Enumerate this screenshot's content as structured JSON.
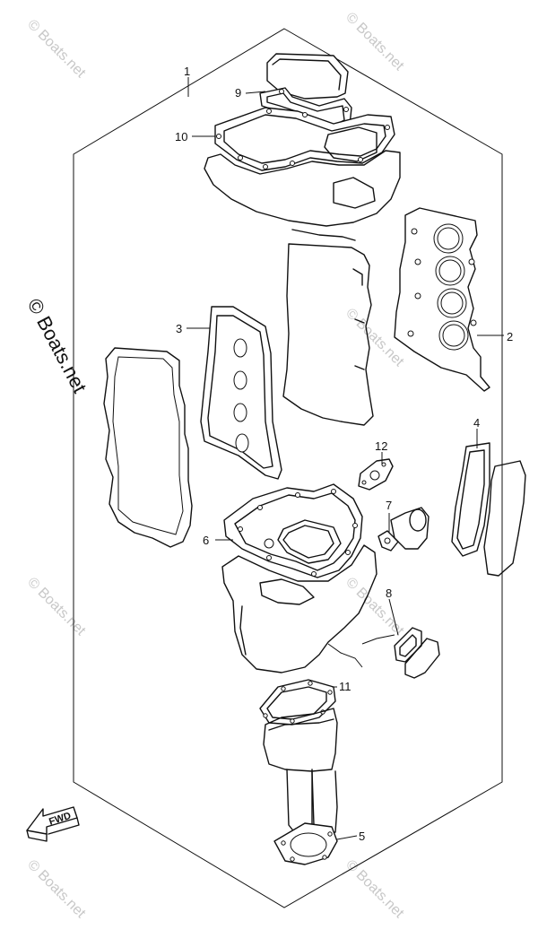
{
  "diagram": {
    "callouts": [
      "1",
      "2",
      "3",
      "4",
      "5",
      "6",
      "7",
      "8",
      "9",
      "10",
      "11",
      "12"
    ],
    "direction_label": "FWD",
    "watermark_large": "© Boats.net",
    "watermark_faint": "© Boats.net"
  }
}
